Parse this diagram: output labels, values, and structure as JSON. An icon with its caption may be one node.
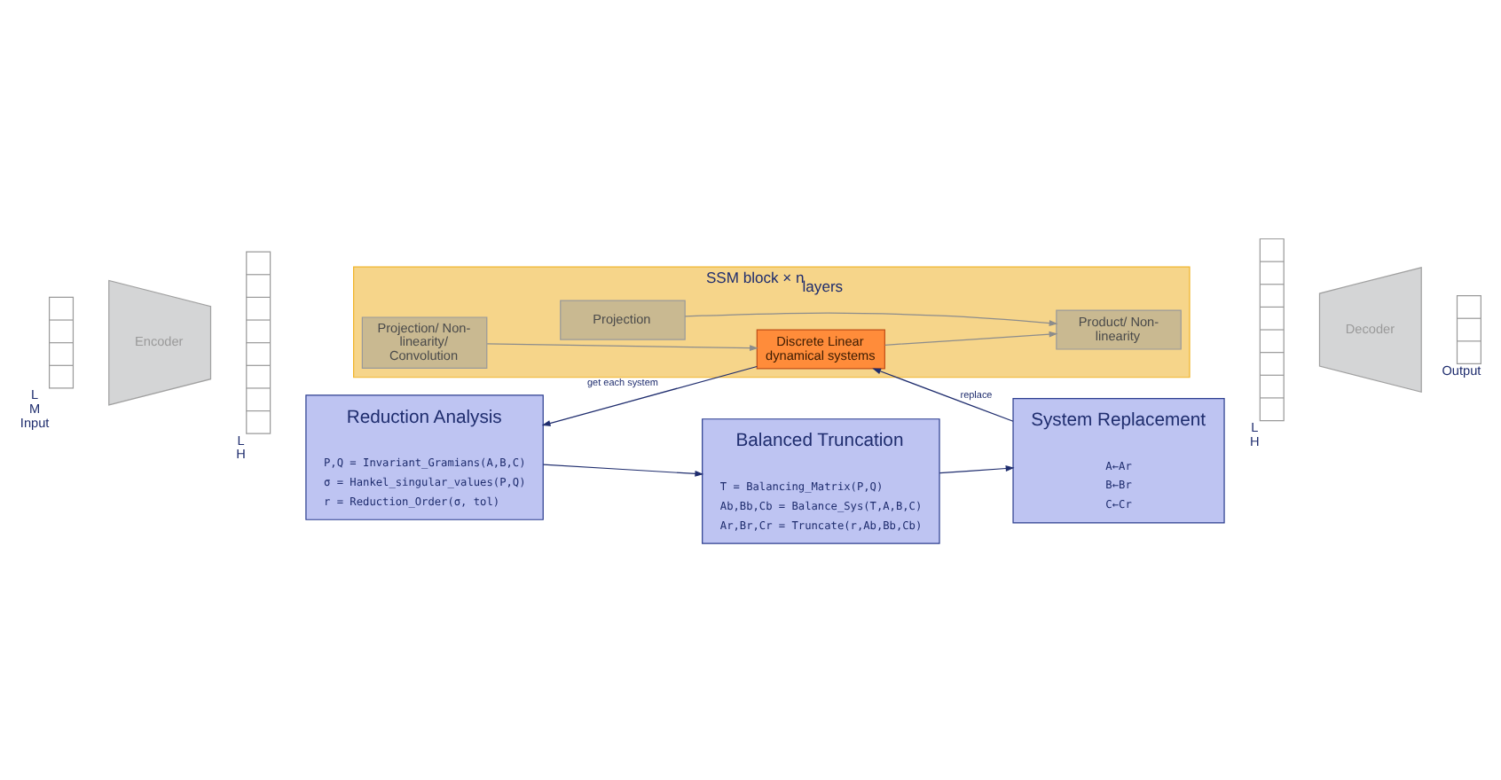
{
  "diagram": {
    "nodes": [
      {
        "text": [],
        "shape": "box",
        "beside": [
          "L",
          "M",
          "Input"
        ]
      },
      {
        "text": [
          "Encoder"
        ]
      },
      {
        "text": [],
        "shape": "box",
        "beside": [
          "L",
          "H"
        ]
      },
      {
        "text": [
          "SSM block × n$_{layers}$"
        ]
      },
      {
        "text": [
          "Projection"
        ],
        "in": 3
      },
      {
        "text": [
          "Projection/ Non-linearity/ Convolution"
        ],
        "in": 3
      },
      {
        "text": [
          "Discrete Linear dynamical systems"
        ],
        "in": 3
      },
      {
        "text": [
          "Product/ Non-linearity"
        ],
        "in": 3
      },
      {
        "text": [],
        "shape": "box",
        "beside": [
          "L",
          "H"
        ]
      },
      {
        "text": [
          "Decoder"
        ]
      },
      {
        "text": [],
        "shape": "box",
        "beside": [
          "Output"
        ]
      },
      {
        "text": [
          "Reduction Analysis",
          "P,Q = Invariant_Gramians(A,B,C)",
          "σ = Hankel_singular_values(P,Q)",
          "r = Reduction_Order(σ, tol)"
        ]
      },
      {
        "text": [
          "Balanced Truncation",
          "T = Balancing_Matrix(P,Q)",
          "Ab,Bb,Cb = Balance_Sys(T,A,B,C)",
          "Ar,Br,Cr = Truncate(r,Ab,Bb,Cb)"
        ]
      },
      {
        "text": [
          "System Replacement",
          "A←Ar",
          "B←Br",
          "C←Cr"
        ]
      }
    ],
    "edges": [
      {
        "from": 4,
        "to": 7,
        "arrow": "to",
        "color": "#8c8c8c"
      },
      {
        "from": 5,
        "to": 6,
        "arrow": "to",
        "color": "#8c8c8c"
      },
      {
        "from": 6,
        "to": 7,
        "arrow": "to",
        "color": "#8c8c8c"
      },
      {
        "from": 6,
        "to": 11,
        "arrow": "to",
        "label": "get each system"
      },
      {
        "from": 11,
        "to": 12,
        "arrow": "to"
      },
      {
        "from": 12,
        "to": 13,
        "arrow": "to"
      },
      {
        "from": 13,
        "to": 6,
        "arrow": "to",
        "label": "replace"
      }
    ]
  }
}
